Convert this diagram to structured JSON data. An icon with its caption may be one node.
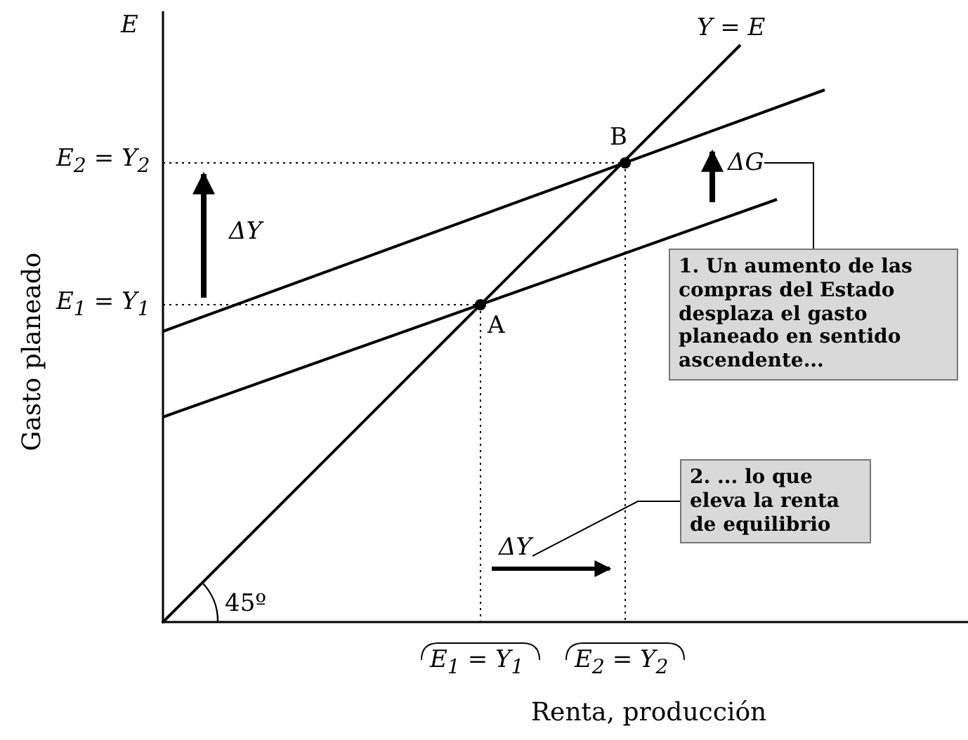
{
  "diagram": {
    "nodes": [
      {
        "text": [
          "1. Un aumento de las compras del Estado desplaza el gasto planeado en sentido ascendente..."
        ]
      },
      {
        "text": [
          "ΔG"
        ]
      },
      {
        "text": [
          "2. ... lo que eleva la renta de equilibrio"
        ]
      },
      {
        "text": [
          "ΔY"
        ]
      }
    ],
    "edges": [
      {
        "from": 0,
        "to": 1,
        "arrow": "none"
      },
      {
        "from": 2,
        "to": 3,
        "arrow": "none"
      }
    ],
    "labels": [
      "E",
      "Y = E",
      "E$_{2}$ = Y$_{2}$",
      "B",
      "ΔY",
      "E$_{1}$ = Y$_{1}$",
      "A",
      "Gasto planeado",
      "45º",
      "E$_{1}$ = Y$_{1}$",
      "E$_{2}$ = Y$_{2}$",
      "Renta, producción"
    ]
  }
}
